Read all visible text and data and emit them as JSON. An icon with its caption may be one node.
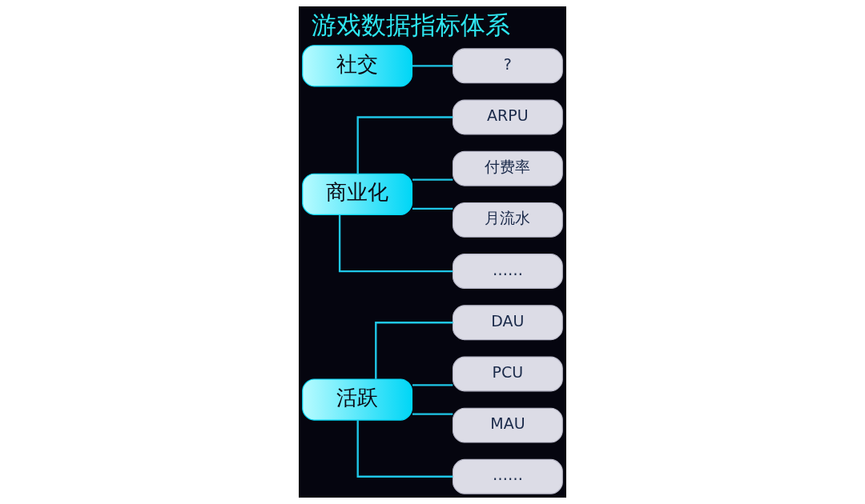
{
  "diagram": {
    "title": "游戏数据指标体系",
    "nodes": [
      {
        "text": [
          "活跃"
        ]
      },
      {
        "text": [
          "DAU"
        ]
      },
      {
        "text": [
          "PCU"
        ]
      },
      {
        "text": [
          "MAU"
        ]
      },
      {
        "text": [
          "……"
        ]
      },
      {
        "text": [
          "商业化"
        ]
      },
      {
        "text": [
          "ARPU"
        ]
      },
      {
        "text": [
          "付费率"
        ]
      },
      {
        "text": [
          "月流水"
        ]
      },
      {
        "text": [
          "……"
        ]
      },
      {
        "text": [
          "社交"
        ]
      },
      {
        "text": [
          "?"
        ]
      }
    ],
    "edges": [
      {
        "from": 0,
        "to": 1,
        "arrow": "none"
      },
      {
        "from": 0,
        "to": 2,
        "arrow": "none"
      },
      {
        "from": 0,
        "to": 3,
        "arrow": "none"
      },
      {
        "from": 0,
        "to": 4,
        "arrow": "none"
      },
      {
        "from": 5,
        "to": 6,
        "arrow": "none"
      },
      {
        "from": 5,
        "to": 7,
        "arrow": "none"
      },
      {
        "from": 5,
        "to": 8,
        "arrow": "none"
      },
      {
        "from": 5,
        "to": 9,
        "arrow": "none"
      },
      {
        "from": 10,
        "to": 11,
        "arrow": "none"
      }
    ]
  }
}
